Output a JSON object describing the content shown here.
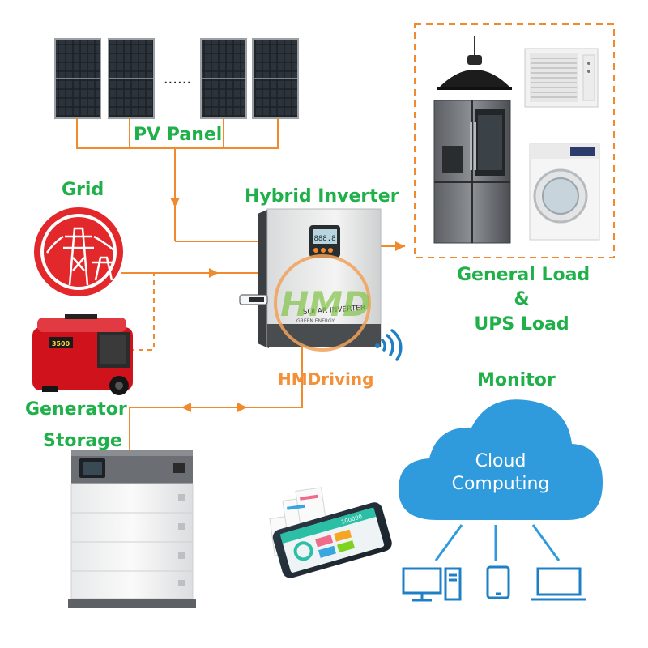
{
  "labels": {
    "pv_panel": "PV Panel",
    "grid": "Grid",
    "hybrid_inverter": "Hybrid Inverter",
    "general_load": "General Load",
    "ampersand": "&",
    "ups_load": "UPS Load",
    "generator": "Generator",
    "storage": "Storage",
    "monitor": "Monitor",
    "cloud_line1": "Cloud",
    "cloud_line2": "Computing",
    "panel_dots": "......"
  },
  "inverter": {
    "front_label": "SOLAR INVERTER",
    "sub_label": "GREEN ENERGY",
    "display": "888.8"
  },
  "watermark": {
    "logo": "HMD",
    "brand": "HMDriving"
  },
  "generator_badge": "3500",
  "phone_screen": {
    "value": "100000"
  },
  "colors": {
    "label_green": "#1fb04a",
    "flow_orange": "#f08a2c",
    "cloud_blue": "#2f9bdc",
    "grid_red": "#e3282b",
    "device_blue": "#1f7fc4"
  },
  "icons": {
    "grid": "power-pylon-icon",
    "wifi": "wifi-signal-icon",
    "pc": "desktop-computer-icon",
    "tablet": "tablet-icon",
    "laptop": "laptop-icon"
  }
}
